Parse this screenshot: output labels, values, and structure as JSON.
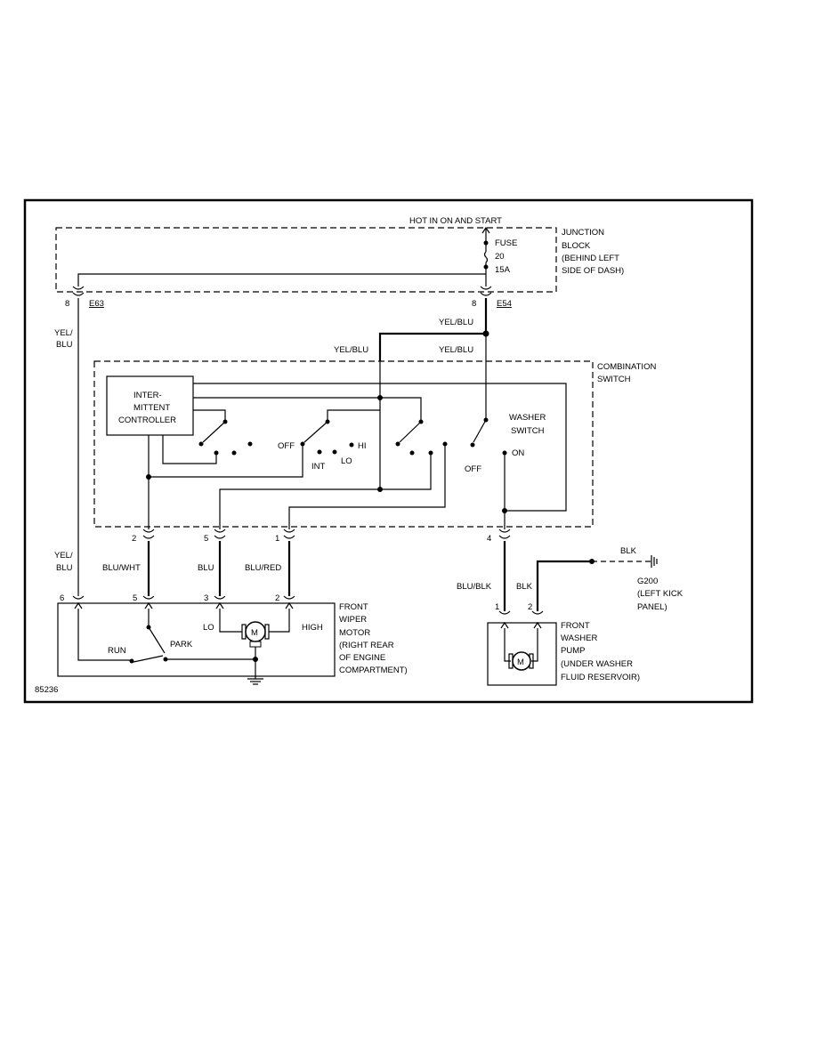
{
  "diagram_id": "85236",
  "power": {
    "label": "HOT IN ON AND START"
  },
  "junction_block": {
    "title": [
      "JUNCTION",
      "BLOCK",
      "(BEHIND LEFT",
      "SIDE OF DASH)"
    ],
    "fuse": [
      "FUSE",
      "20",
      "15A"
    ],
    "left_pin": "8",
    "left_connector": "E63",
    "right_pin": "8",
    "right_connector": "E54"
  },
  "wires": {
    "yel_blu": "YEL/BLU",
    "yel_blu_split": [
      "YEL/",
      "BLU"
    ],
    "blu_wht": "BLU/WHT",
    "blu": "BLU",
    "blu_red": "BLU/RED",
    "blu_blk": "BLU/BLK",
    "blk": "BLK"
  },
  "combination_switch": {
    "title": [
      "COMBINATION",
      "SWITCH"
    ],
    "controller": [
      "INTER-",
      "MITTENT",
      "CONTROLLER"
    ],
    "positions": {
      "off": "OFF",
      "int": "INT",
      "lo": "LO",
      "hi": "HI"
    },
    "washer_switch": [
      "WASHER",
      "SWITCH"
    ],
    "washer_off": "OFF",
    "washer_on": "ON",
    "pins": [
      "2",
      "5",
      "1",
      "4"
    ]
  },
  "wiper_motor": {
    "title": [
      "FRONT",
      "WIPER",
      "MOTOR",
      "(RIGHT REAR",
      "OF ENGINE",
      "COMPARTMENT)"
    ],
    "pins": [
      "6",
      "5",
      "3",
      "2"
    ],
    "lo": "LO",
    "high": "HIGH",
    "run": "RUN",
    "park": "PARK",
    "motor": "M"
  },
  "washer_pump": {
    "title": [
      "FRONT",
      "WASHER",
      "PUMP",
      "(UNDER WASHER",
      "FLUID RESERVOIR)"
    ],
    "pins": [
      "1",
      "2"
    ],
    "motor": "M"
  },
  "ground": {
    "title": [
      "G200",
      "(LEFT KICK",
      "PANEL)"
    ]
  }
}
